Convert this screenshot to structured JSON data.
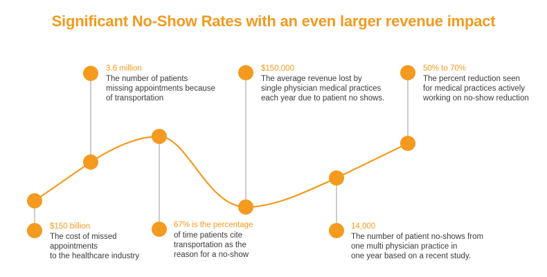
{
  "title": "Significant No-Show Rates with an even larger revenue impact",
  "colors": {
    "accent": "#f39a1f",
    "connector": "#9a9a9a",
    "text": "#3a3a3a"
  },
  "callouts": [
    {
      "highlight": "$150 billion",
      "text": "The cost of missed\nappointments\nto the healthcare industry"
    },
    {
      "highlight": "3.6 million",
      "text": "The number of patients\nmissing appointments because\nof transportation"
    },
    {
      "highlight": "67% is the percentage",
      "text": "of time patients cite\ntransportation as the\nreason for a no-show"
    },
    {
      "highlight": "$150,000",
      "text": "The average revenue lost by\nsingle physician medical practices\neach year due to patient no shows."
    },
    {
      "highlight": "14,000",
      "text": "The number of patient no-shows from\none multi physician practice in\none year based on a recent study."
    },
    {
      "highlight": "50% to 70%",
      "text": "The percent reduction seen\nfor medical practices actively\nworking on no-show reduction"
    }
  ]
}
